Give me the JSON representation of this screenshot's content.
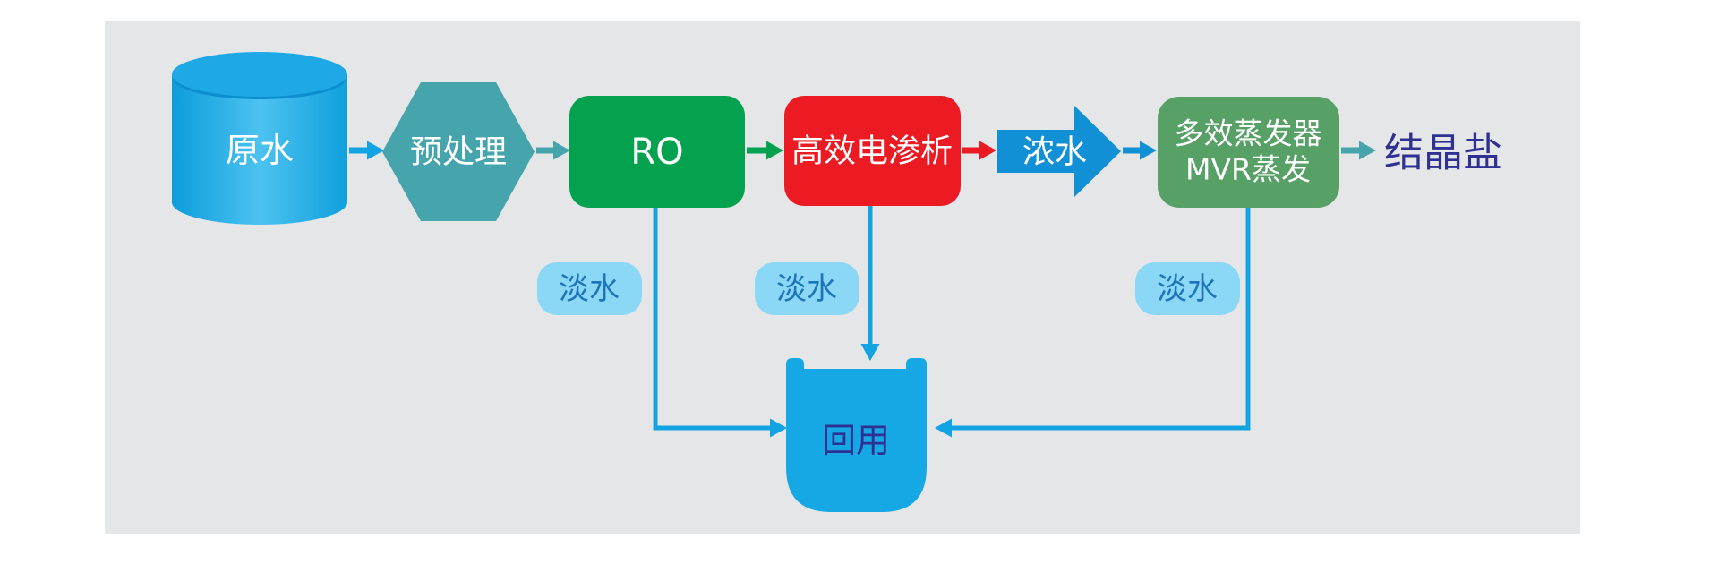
{
  "canvas": {
    "background": "#ffffff",
    "panel_background": "#e5e6e8"
  },
  "colors": {
    "cylinder_edge": "#0c9cda",
    "cylinder_center": "#4cc2f0",
    "cylinder_edge2": "#0fa0dd",
    "cylinder_top": "#1ea9e6",
    "cylinder_lip_shadow": "#0b8fd0",
    "hexagon_teal": "#45a4ac",
    "ro_green": "#04a14e",
    "electrodialysis_red": "#ec1b23",
    "concentrate_blue": "#1290d5",
    "evaporator_green": "#57a066",
    "fresh_water_fill": "#8bd7f6",
    "fresh_water_text": "#1c74bb",
    "connector_blue": "#12a3e2",
    "tank_blue": "#16a7e5",
    "dark_blue_text": "#2e3192"
  },
  "nodes": {
    "raw_water": {
      "label": "原水"
    },
    "pretreatment": {
      "label": "预处理"
    },
    "ro": {
      "label": "RO"
    },
    "electrodialysis": {
      "label": "高效电渗析"
    },
    "concentrate": {
      "label": "浓水"
    },
    "evaporator": {
      "line1": "多效蒸发器",
      "line2": "MVR蒸发"
    },
    "crystal_salt": {
      "label": "结晶盐"
    },
    "fresh_water_ro": {
      "label": "淡水"
    },
    "fresh_water_ed": {
      "label": "淡水"
    },
    "fresh_water_mvr": {
      "label": "淡水"
    },
    "reuse": {
      "label": "回用"
    }
  }
}
